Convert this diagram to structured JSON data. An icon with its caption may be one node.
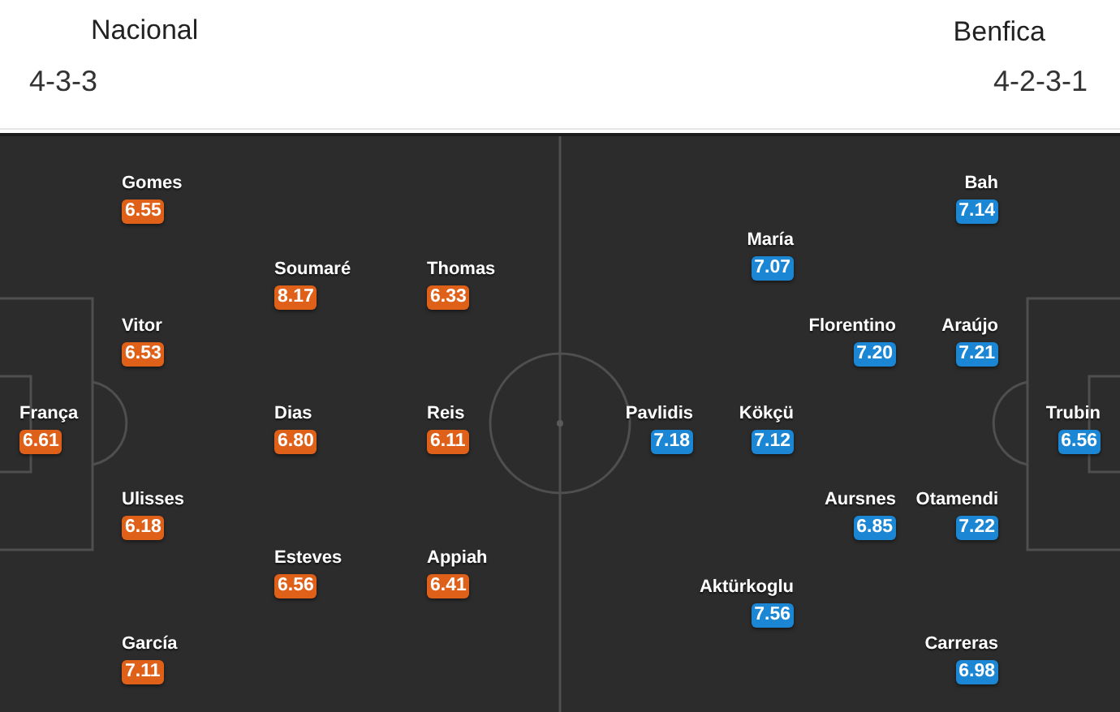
{
  "diagram": {
    "nodes": [
      {
        "text": [
          "6.55"
        ],
        "beside": [
          "Gomes"
        ]
      },
      {
        "text": [
          "8.17"
        ],
        "beside": [
          "Soumaré"
        ]
      },
      {
        "text": [
          "6.33"
        ],
        "beside": [
          "Thomas"
        ]
      },
      {
        "text": [
          "6.53"
        ],
        "beside": [
          "Vitor"
        ]
      },
      {
        "text": [
          "6.61"
        ],
        "beside": [
          "França"
        ]
      },
      {
        "text": [
          "6.80"
        ],
        "beside": [
          "Dias"
        ]
      },
      {
        "text": [
          "6.11"
        ],
        "beside": [
          "Reis"
        ]
      },
      {
        "text": [
          "6.18"
        ],
        "beside": [
          "Ulisses"
        ]
      },
      {
        "text": [
          "6.56"
        ],
        "beside": [
          "Esteves"
        ]
      },
      {
        "text": [
          "6.41"
        ],
        "beside": [
          "Appiah"
        ]
      },
      {
        "text": [
          "7.11"
        ],
        "beside": [
          "García"
        ]
      },
      {
        "text": [
          "7.14"
        ],
        "beside": [
          "Bah"
        ]
      },
      {
        "text": [
          "7.07"
        ],
        "beside": [
          "María"
        ]
      },
      {
        "text": [
          "7.20"
        ],
        "beside": [
          "Florentino"
        ]
      },
      {
        "text": [
          "7.21"
        ],
        "beside": [
          "Araújo"
        ]
      },
      {
        "text": [
          "7.18"
        ],
        "beside": [
          "Pavlidis"
        ]
      },
      {
        "text": [
          "7.12"
        ],
        "beside": [
          "Kökçü"
        ]
      },
      {
        "text": [
          "6.56"
        ],
        "beside": [
          "Trubin"
        ]
      },
      {
        "text": [
          "6.85"
        ],
        "beside": [
          "Aursnes"
        ]
      },
      {
        "text": [
          "7.22"
        ],
        "beside": [
          "Otamendi"
        ]
      },
      {
        "text": [
          "7.56"
        ],
        "beside": [
          "Aktürkoglu"
        ]
      },
      {
        "text": [
          "6.98"
        ],
        "beside": [
          "Carreras"
        ]
      }
    ],
    "labels": [
      "Nacional",
      "Benfica",
      "4-3-3",
      "4-2-3-1"
    ]
  }
}
